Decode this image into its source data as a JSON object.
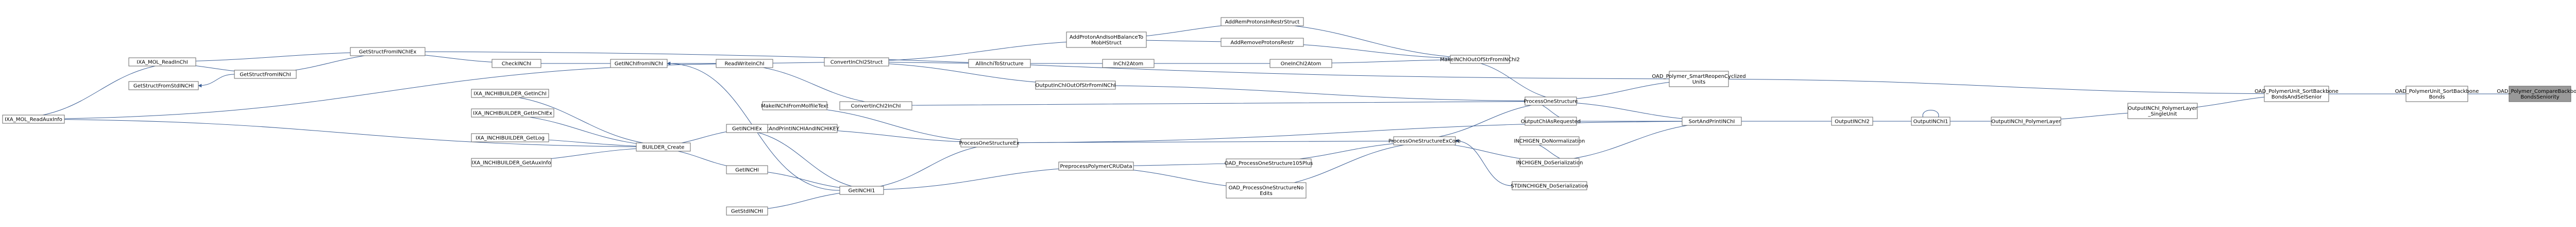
{
  "nodes": [
    {
      "id": "n1",
      "lines": [
        "OAD_Polymer_CompareBackbone",
        "BondsSeniority"
      ],
      "root": true
    },
    {
      "id": "n2",
      "lines": [
        "OAD_PolymerUnit_SortBackbone",
        "Bonds"
      ]
    },
    {
      "id": "n3",
      "lines": [
        "OAD_PolymerUnit_SortBackbone",
        "BondsAndSelSenior"
      ]
    },
    {
      "id": "n4",
      "lines": [
        "OAD_Polymer_SmartReopenCyclized",
        "Units"
      ]
    },
    {
      "id": "n5",
      "lines": [
        "OutputINChI_PolymerLayer",
        "_SingleUnit"
      ]
    },
    {
      "id": "n6",
      "lines": [
        "ProcessOneStructure"
      ]
    },
    {
      "id": "n7",
      "lines": [
        "OutputINChI_PolymerLayer"
      ]
    },
    {
      "id": "n8",
      "lines": [
        "OutputINChI1"
      ]
    },
    {
      "id": "n9",
      "lines": [
        "OutputINChI2"
      ]
    },
    {
      "id": "n10",
      "lines": [
        "SortAndPrintINChI"
      ]
    },
    {
      "id": "n11",
      "lines": [
        "ProcessOneStructureEx"
      ]
    },
    {
      "id": "n12",
      "lines": [
        "OutputChIAsRequested"
      ]
    },
    {
      "id": "n13",
      "lines": [
        "INCHIGEN_DoSerialization"
      ]
    },
    {
      "id": "n14",
      "lines": [
        "ProcessOneStructureExCore"
      ]
    },
    {
      "id": "n15",
      "lines": [
        "STDINCHIGEN_DoSerialization"
      ]
    },
    {
      "id": "n16",
      "lines": [
        "MakeINChIOutOfStrFromINChI2"
      ]
    },
    {
      "id": "n17",
      "lines": [
        "AddRemProtonsInRestrStruct"
      ]
    },
    {
      "id": "n18",
      "lines": [
        "AddRemoveProtonsRestr"
      ]
    },
    {
      "id": "n19",
      "lines": [
        "AddProtonAndIsoHBalanceTo",
        "MobHStruct"
      ]
    },
    {
      "id": "n20",
      "lines": [
        "OneInChI2Atom"
      ]
    },
    {
      "id": "n21",
      "lines": [
        "InChI2Atom"
      ]
    },
    {
      "id": "n22",
      "lines": [
        "AllInchiToStructure"
      ]
    },
    {
      "id": "n23",
      "lines": [
        "ConvertInChI2Struct"
      ]
    },
    {
      "id": "n24",
      "lines": [
        "OutputInChIOutOfStrFromINChI"
      ]
    },
    {
      "id": "n25",
      "lines": [
        "ConvertInChI2InChI"
      ]
    },
    {
      "id": "n26",
      "lines": [
        "ReadWriteInChI"
      ]
    },
    {
      "id": "n27",
      "lines": [
        "GetINChIfromINChI"
      ]
    },
    {
      "id": "n28",
      "lines": [
        "CheckINChI"
      ]
    },
    {
      "id": "n29",
      "lines": [
        "GetStructFromINChIEx"
      ]
    },
    {
      "id": "n30",
      "lines": [
        "GetStructFromINChI"
      ]
    },
    {
      "id": "n31",
      "lines": [
        "IXA_MOL_ReadInChI"
      ]
    },
    {
      "id": "n32",
      "lines": [
        "GetStructFromStdINCHI"
      ]
    },
    {
      "id": "n33",
      "lines": [
        "IXA_MOL_ReadAuxInfo"
      ]
    },
    {
      "id": "n34",
      "lines": [
        "MakeINChIFromMolfileText"
      ]
    },
    {
      "id": "n35",
      "lines": [
        "CalcAndPrintINCHIAndINCHIKEY"
      ]
    },
    {
      "id": "n36",
      "lines": [
        "GetINCHI1"
      ]
    },
    {
      "id": "n37",
      "lines": [
        "GetINCHIEx"
      ]
    },
    {
      "id": "n38",
      "lines": [
        "GetINCHI"
      ]
    },
    {
      "id": "n39",
      "lines": [
        "GetStdINCHI"
      ]
    },
    {
      "id": "n40",
      "lines": [
        "INCHIGEN_DoNormalization"
      ]
    },
    {
      "id": "n41",
      "lines": [
        "OAD_ProcessOneStructure105Plus"
      ]
    },
    {
      "id": "n42",
      "lines": [
        "PreprocessPolymerCRUData"
      ]
    },
    {
      "id": "n43",
      "lines": [
        "OAD_ProcessOneStructureNo",
        "Edits"
      ]
    },
    {
      "id": "n44",
      "lines": [
        "BUILDER_Create"
      ]
    },
    {
      "id": "n45",
      "lines": [
        "IXA_INCHIBUILDER_GetInChI"
      ]
    },
    {
      "id": "n46",
      "lines": [
        "IXA_INCHIBUILDER_GetInChIEx"
      ]
    },
    {
      "id": "n47",
      "lines": [
        "IXA_INCHIBUILDER_GetLog"
      ]
    },
    {
      "id": "n48",
      "lines": [
        "IXA_INCHIBUILDER_GetAuxInfo"
      ]
    }
  ],
  "edges": [
    [
      "n1",
      "n2"
    ],
    [
      "n2",
      "n3"
    ],
    [
      "n3",
      "n4"
    ],
    [
      "n3",
      "n5"
    ],
    [
      "n4",
      "n6"
    ],
    [
      "n5",
      "n7"
    ],
    [
      "n7",
      "n8"
    ],
    [
      "n8",
      "n8"
    ],
    [
      "n8",
      "n9"
    ],
    [
      "n9",
      "n10"
    ],
    [
      "n10",
      "n6"
    ],
    [
      "n10",
      "n11"
    ],
    [
      "n10",
      "n12"
    ],
    [
      "n10",
      "n13"
    ],
    [
      "n4",
      "n29"
    ],
    [
      "n6",
      "n16"
    ],
    [
      "n6",
      "n24"
    ],
    [
      "n6",
      "n25"
    ],
    [
      "n6",
      "n14"
    ],
    [
      "n12",
      "n6"
    ],
    [
      "n13",
      "n40"
    ],
    [
      "n13",
      "n14"
    ],
    [
      "n16",
      "n17"
    ],
    [
      "n16",
      "n18"
    ],
    [
      "n16",
      "n20"
    ],
    [
      "n18",
      "n19"
    ],
    [
      "n17",
      "n19"
    ],
    [
      "n19",
      "n23"
    ],
    [
      "n20",
      "n21"
    ],
    [
      "n21",
      "n22"
    ],
    [
      "n22",
      "n23"
    ],
    [
      "n24",
      "n23"
    ],
    [
      "n23",
      "n26"
    ],
    [
      "n25",
      "n26"
    ],
    [
      "n26",
      "n27"
    ],
    [
      "n27",
      "n28"
    ],
    [
      "n28",
      "n29"
    ],
    [
      "n27",
      "n36"
    ],
    [
      "n29",
      "n30"
    ],
    [
      "n29",
      "n31"
    ],
    [
      "n30",
      "n31"
    ],
    [
      "n32",
      "n30"
    ],
    [
      "n31",
      "n33"
    ],
    [
      "n26",
      "n33"
    ],
    [
      "n14",
      "n11"
    ],
    [
      "n14",
      "n15"
    ],
    [
      "n14",
      "n41"
    ],
    [
      "n14",
      "n43"
    ],
    [
      "n41",
      "n42"
    ],
    [
      "n43",
      "n42"
    ],
    [
      "n42",
      "n36"
    ],
    [
      "n11",
      "n34"
    ],
    [
      "n11",
      "n35"
    ],
    [
      "n11",
      "n36"
    ],
    [
      "n36",
      "n37"
    ],
    [
      "n36",
      "n38"
    ],
    [
      "n36",
      "n39"
    ],
    [
      "n37",
      "n44"
    ],
    [
      "n38",
      "n44"
    ],
    [
      "n44",
      "n45"
    ],
    [
      "n44",
      "n46"
    ],
    [
      "n44",
      "n47"
    ],
    [
      "n44",
      "n48"
    ],
    [
      "n44",
      "n33"
    ]
  ]
}
